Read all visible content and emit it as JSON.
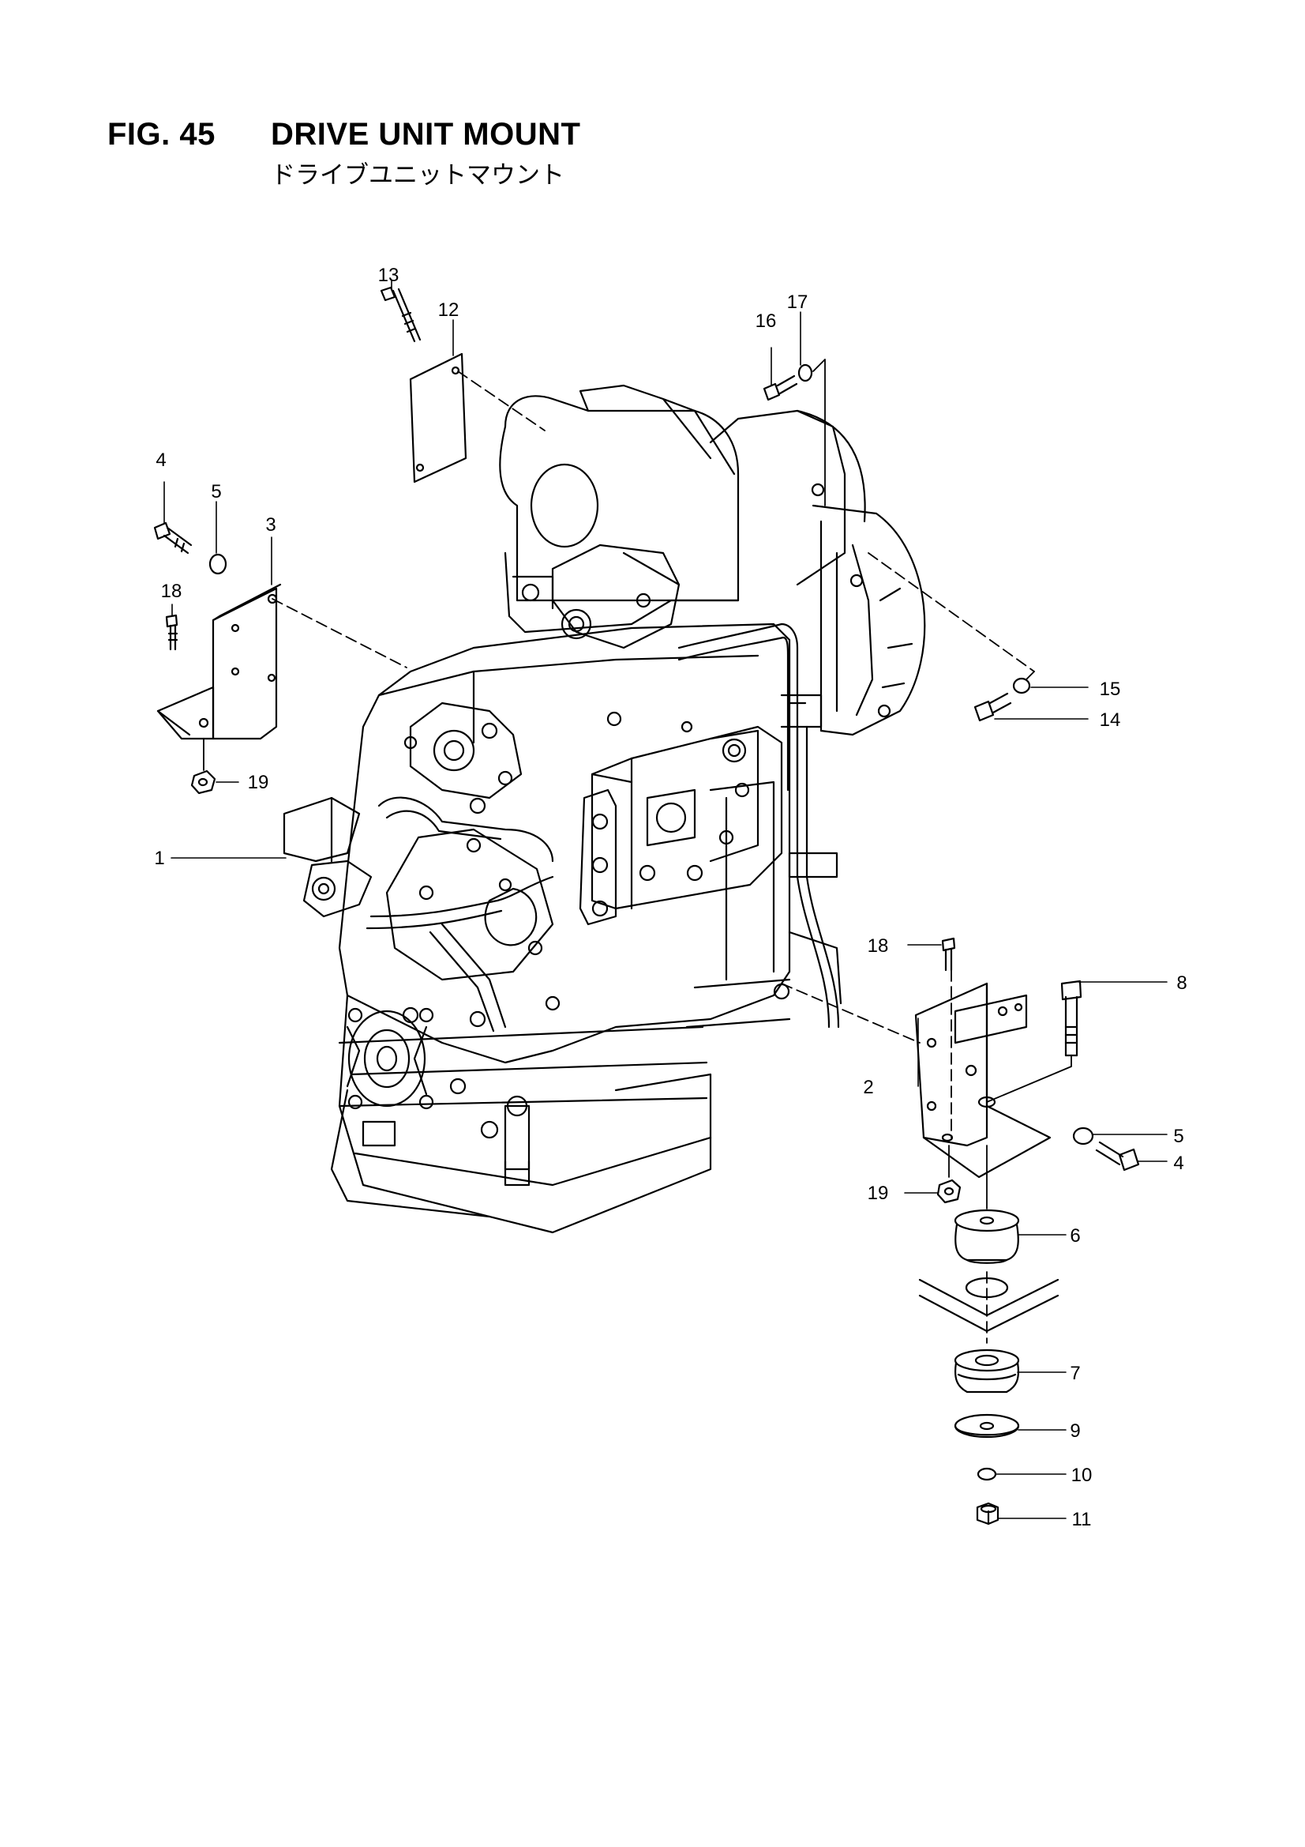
{
  "header": {
    "figure_number": "FIG. 45",
    "title": "DRIVE UNIT MOUNT",
    "title_jp": "ドライブユニットマウント"
  },
  "callouts": {
    "c1": "1",
    "c2": "2",
    "c3": "3",
    "c4a": "4",
    "c4b": "4",
    "c5a": "5",
    "c5b": "5",
    "c6": "6",
    "c7": "7",
    "c8": "8",
    "c9": "9",
    "c10": "10",
    "c11": "11",
    "c12": "12",
    "c13": "13",
    "c14": "14",
    "c15": "15",
    "c16": "16",
    "c17": "17",
    "c18a": "18",
    "c18b": "18",
    "c19a": "19",
    "c19b": "19"
  }
}
